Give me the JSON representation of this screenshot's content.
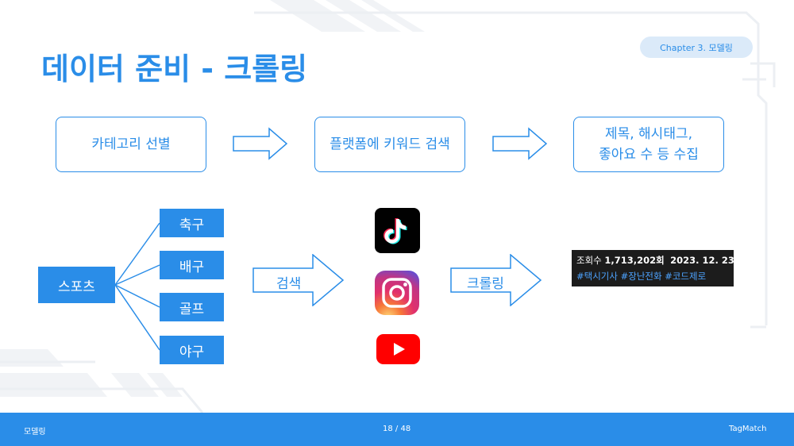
{
  "header": {
    "title": "데이터 준비 - 크롤링",
    "chapter_badge": "Chapter 3.  모델링"
  },
  "flow": {
    "steps": [
      "카테고리 선별",
      "플랫폼에 키워드 검색",
      "제목, 해시태그,\n좋아요 수 등 수집"
    ]
  },
  "diagram": {
    "root": "스포츠",
    "categories": [
      "축구",
      "배구",
      "골프",
      "야구"
    ],
    "search_label": "검색",
    "crawl_label": "크롤링",
    "platform_icons": [
      "tiktok-icon",
      "instagram-icon",
      "youtube-icon"
    ]
  },
  "result": {
    "views_prefix": "조회수 ",
    "views_value": "1,713,202회",
    "date": "2023. 12. 23.",
    "hashtags": "#택시기사 #장난전화 #코드제로"
  },
  "footer": {
    "left": "모델링",
    "page": "18 / 48",
    "right": "TagMatch"
  },
  "colors": {
    "accent": "#2a8de8",
    "badge_bg": "#dbeaf9",
    "result_bg": "#1c1c1c",
    "hashtag": "#4da3ff"
  }
}
